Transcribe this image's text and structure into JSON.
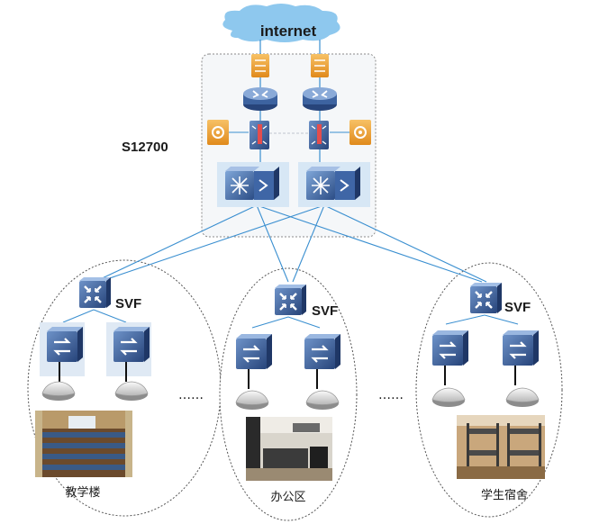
{
  "internet_label": "internet",
  "core_label": "S12700",
  "svf_label": "SVF",
  "dots": "……",
  "zones": [
    {
      "name": "教学楼",
      "svf": "SVF"
    },
    {
      "name": "办公区",
      "svf": "SVF"
    },
    {
      "name": "学生宿舍",
      "svf": "SVF"
    }
  ],
  "colors": {
    "cloud": "#8ec8ee",
    "firewall": "#f2a93b",
    "switch_dark": "#2d4f86",
    "switch_light": "#6f97cc",
    "link": "#3a8fd0",
    "panel_border": "#8a8a8a",
    "panel_fill": "#f5f7f9"
  },
  "icons": [
    "cloud-icon",
    "firewall-icon",
    "router-icon",
    "security-module-icon",
    "core-switch-icon",
    "svf-switch-icon",
    "access-switch-icon",
    "wireless-ap-icon",
    "photo-classroom",
    "photo-office",
    "photo-dormitory"
  ]
}
